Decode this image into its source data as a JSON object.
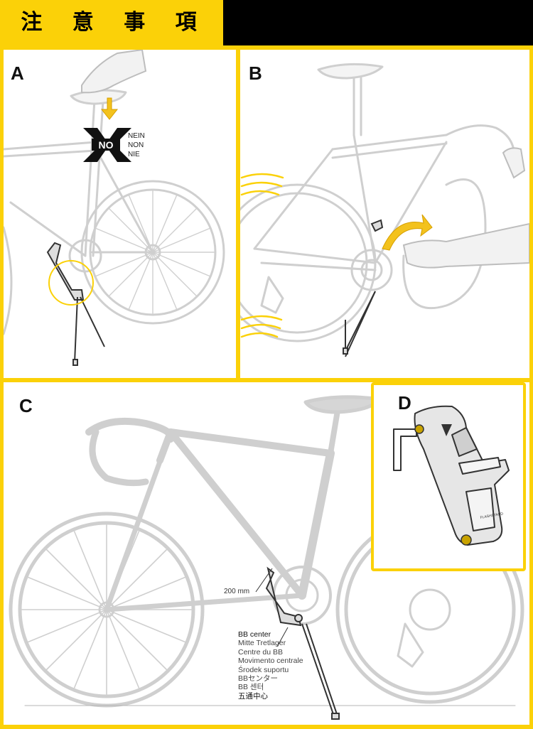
{
  "header": {
    "title": "注 意 事 項"
  },
  "colors": {
    "accent": "#fbd108",
    "header_dark": "#000000",
    "illustration_line": "#cfcfcf"
  },
  "panels": {
    "a": {
      "letter": "A",
      "no_badge": "NO",
      "no_words": [
        "NEIN",
        "NON",
        "NIE"
      ]
    },
    "b": {
      "letter": "B"
    },
    "c": {
      "letter": "C",
      "dimension": "200 mm",
      "bb_labels": [
        "BB center",
        "Mitte Tretlager",
        "Centre du BB",
        "Movimento centrale",
        "Środek suportu",
        "BBセンター",
        "BB 센터",
        "五通中心"
      ]
    },
    "d": {
      "letter": "D",
      "product_mark": "FLASHSTAND"
    }
  },
  "icons": [
    "x-mark-icon",
    "arrow-down-icon",
    "rotate-arrow-icon",
    "motion-lines-icon",
    "hex-key-icon"
  ]
}
